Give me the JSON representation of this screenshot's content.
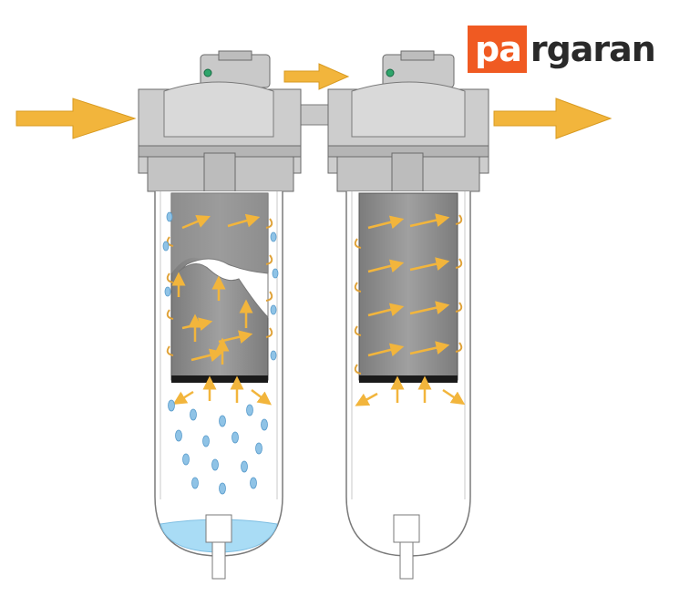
{
  "brand": {
    "prefix": "pa",
    "rest": "rgaran",
    "accent_color": "#f05a22",
    "text_color": "#2a2a2a"
  },
  "colors": {
    "flow_arrow": "#f2b53c",
    "housing": "#c9c9c9",
    "housing_dark": "#8f8f8f",
    "element": "#8a8a8a",
    "water_drop": "#8fc3e6",
    "collected_water": "#a9dcf5"
  },
  "filters": [
    {
      "id": "coalescing-filter",
      "has_droplets": true,
      "has_collected_water": true
    },
    {
      "id": "carbon-filter",
      "has_droplets": false,
      "has_collected_water": false
    }
  ]
}
